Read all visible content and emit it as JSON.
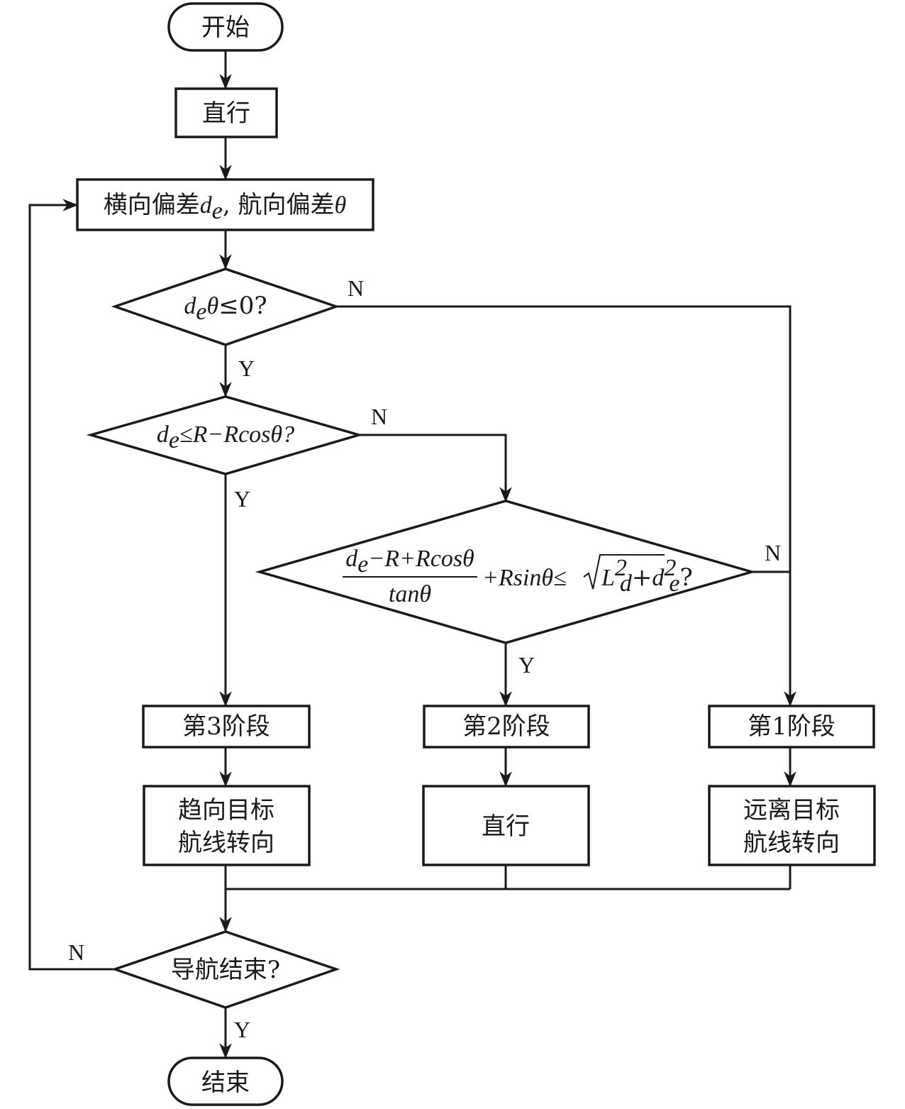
{
  "nodes": {
    "start": "开始",
    "straight_1": "直行",
    "deviation": {
      "text1": "横向偏差",
      "var1": "d",
      "sub1": "e",
      "text2": ", 航向偏差",
      "var2": "θ"
    },
    "cond1": {
      "var1": "d",
      "sub1": "e",
      "var2": "θ",
      "rest": "≤0?"
    },
    "cond2": {
      "var1": "d",
      "sub1": "e",
      "rest": "≤R−Rcosθ?"
    },
    "cond3": {
      "numerator": "d",
      "numerator_sub": "e",
      "numerator_rest": "−R+Rcosθ",
      "denominator": "tanθ",
      "middle": "+Rsinθ≤",
      "sqrt_L": "L",
      "sqrt_L_sup": "2",
      "sqrt_L_sub": "d",
      "sqrt_plus": "+",
      "sqrt_d": "d",
      "sqrt_d_sup": "2",
      "sqrt_d_sub": "e",
      "tail": "?"
    },
    "stage3": "第3阶段",
    "stage2": "第2阶段",
    "stage1": "第1阶段",
    "action3_line1": "趋向目标",
    "action3_line2": "航线转向",
    "action2": "直行",
    "action1_line1": "远离目标",
    "action1_line2": "航线转向",
    "cond_end": "导航结束?",
    "end": "结束"
  },
  "labels": {
    "yes": "Y",
    "no": "N"
  }
}
